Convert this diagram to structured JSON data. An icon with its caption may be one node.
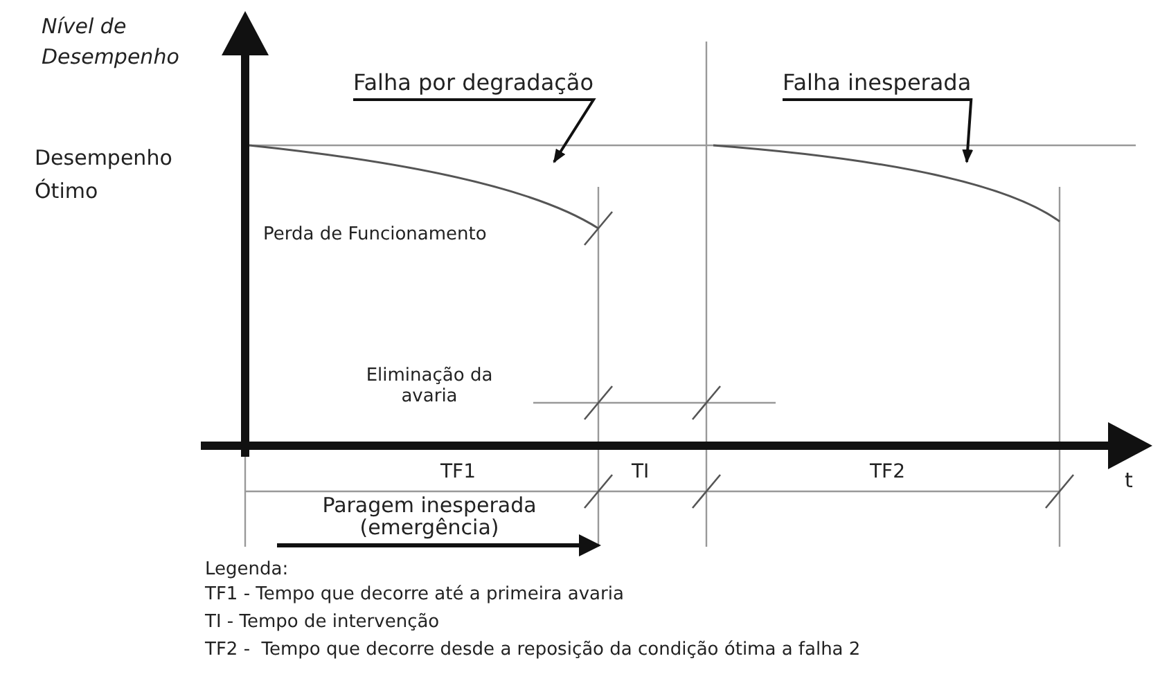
{
  "diagram": {
    "nodes": [
      {
        "text": [
          "Falha por degradação"
        ]
      },
      {
        "text": [
          "Falha inesperada"
        ]
      }
    ],
    "edges": [
      {
        "from": 0,
        "to": null,
        "arrow": "to"
      },
      {
        "from": 1,
        "to": null,
        "arrow": "to"
      }
    ],
    "labels": [
      "Nível de Desempenho",
      "Desempenho Ótimo",
      "Perda de Funcionamento",
      "Eliminação da avaria",
      "TF1",
      "TI",
      "TF2",
      "t",
      "Paragem inesperada (emergência)",
      "Legenda:"
    ],
    "legend": [
      {
        "text": "TF1 - Tempo que decorre até a primeira avaria"
      },
      {
        "text": "TI - Tempo de intervenção"
      },
      {
        "text": "TF2 -  Tempo que decorre desde a reposição da condição ótima a falha 2"
      }
    ]
  }
}
